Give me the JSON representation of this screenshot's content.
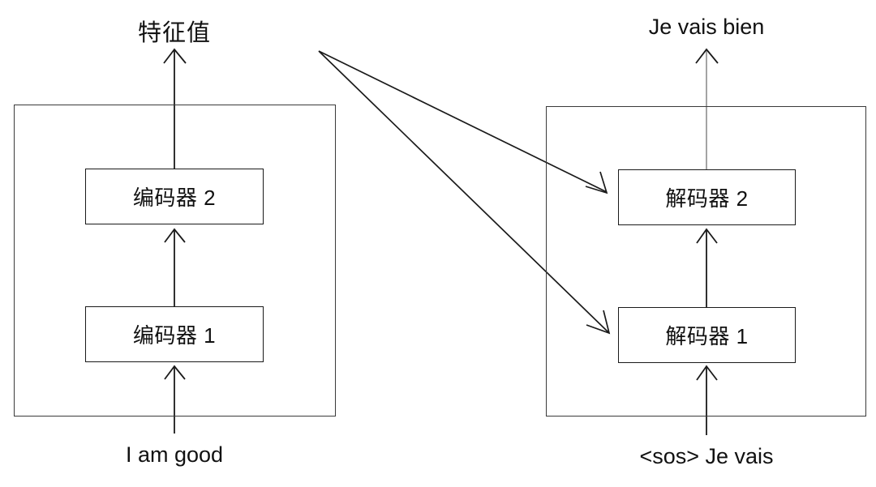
{
  "diagram": {
    "title": "encoder-decoder-stack",
    "colors": {
      "stroke_dark": "#1a1a1a",
      "stroke_outer": "#3a3a3a",
      "stroke_light": "#9a9a9a",
      "background": "#ffffff",
      "text": "#111111"
    }
  },
  "encoder_side": {
    "output_label": "特征值",
    "input_label": "I am good",
    "blocks": [
      {
        "label": "编码器 2"
      },
      {
        "label": "编码器 1"
      }
    ]
  },
  "decoder_side": {
    "output_label": "Je vais bien",
    "input_label": "<sos> Je vais",
    "blocks": [
      {
        "label": "解码器 2"
      },
      {
        "label": "解码器 1"
      }
    ]
  }
}
